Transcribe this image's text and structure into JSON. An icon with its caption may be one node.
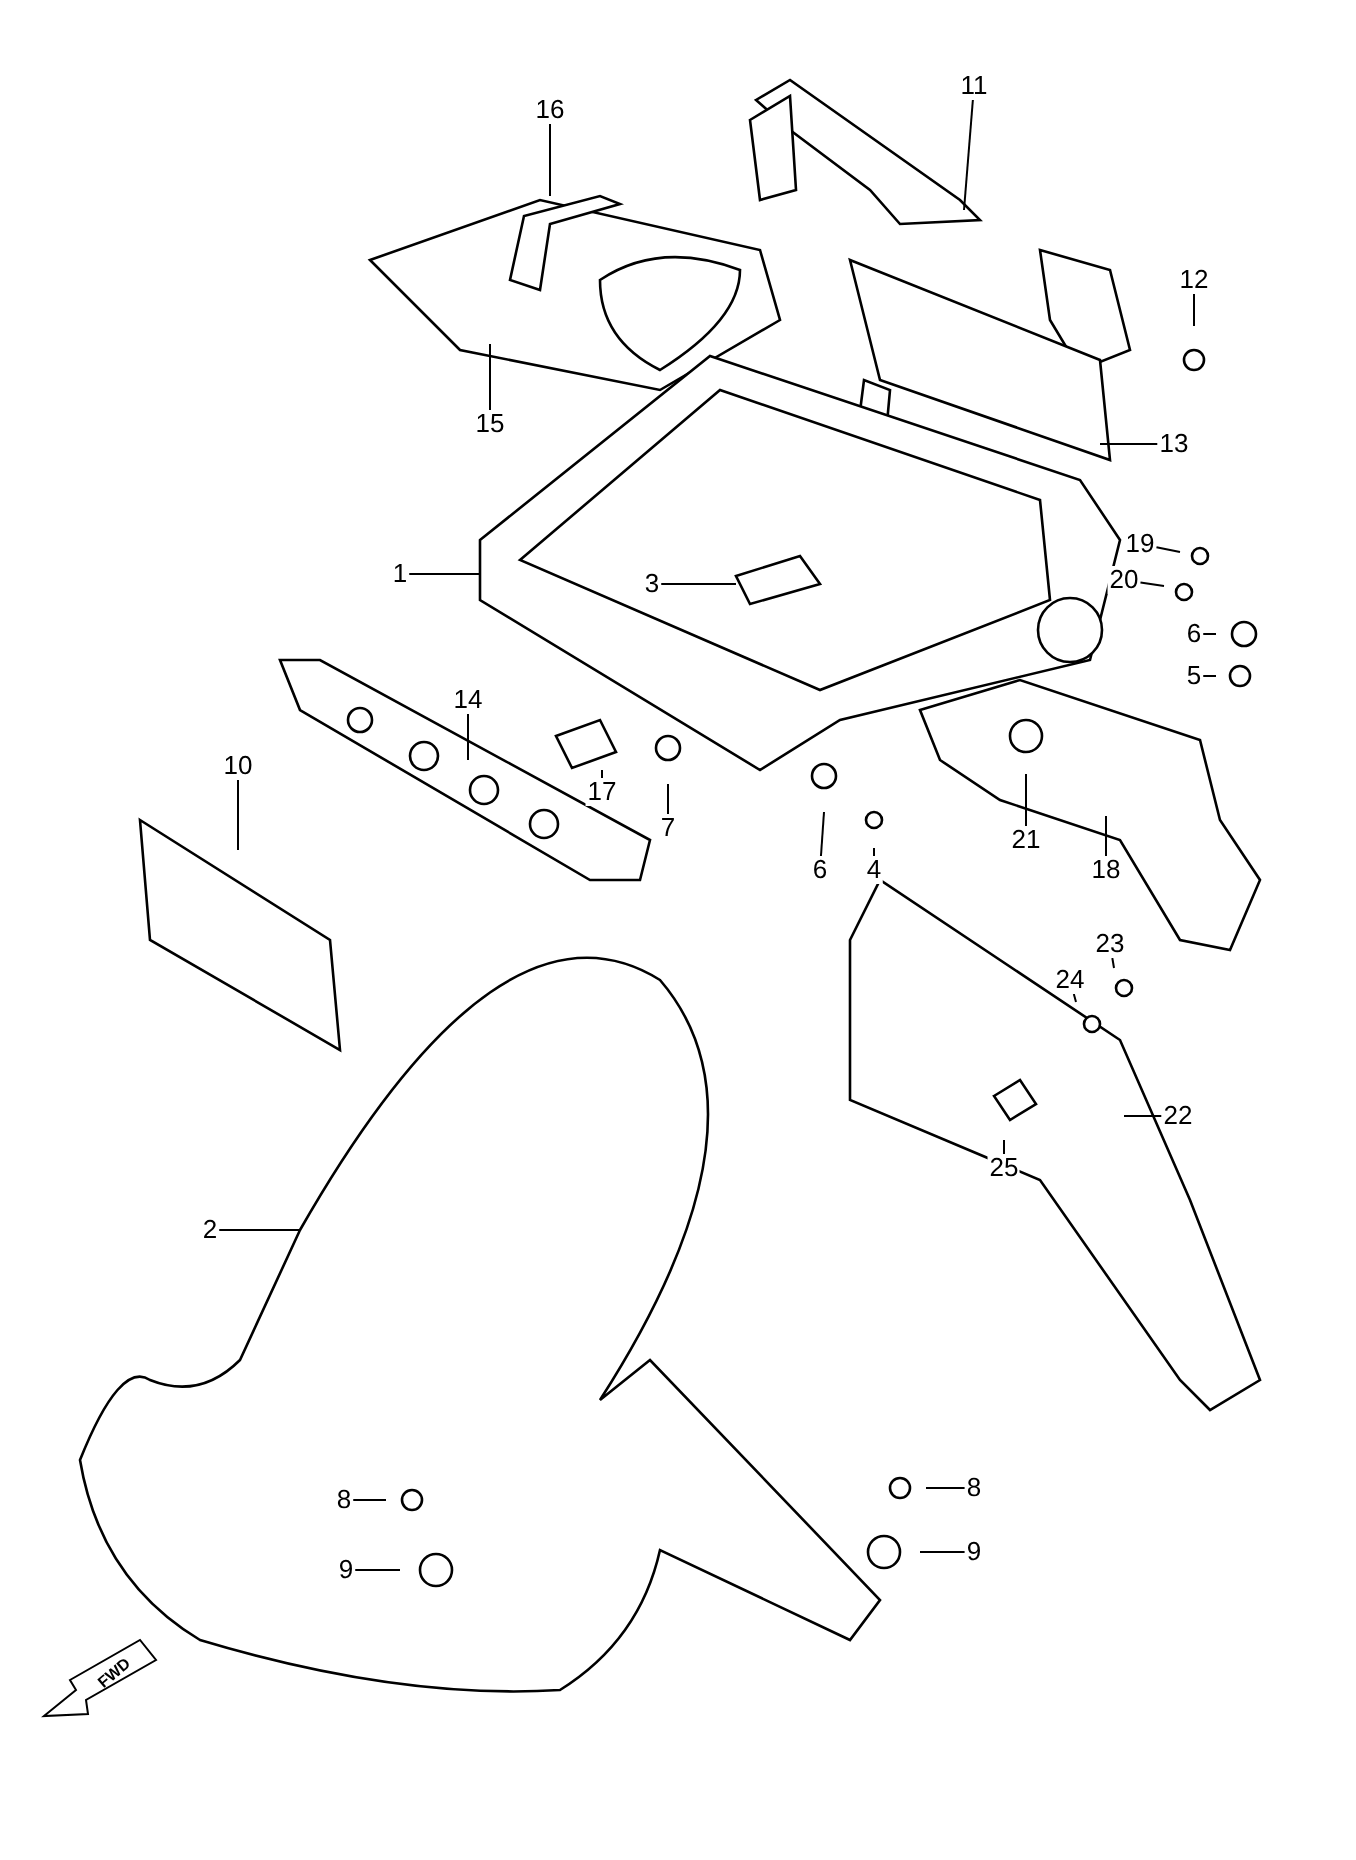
{
  "diagram": {
    "nodes": [
      {
        "text": [
          "16"
        ]
      },
      {
        "text": [
          "11"
        ]
      },
      {
        "text": [
          "12"
        ]
      },
      {
        "text": [
          "15"
        ]
      },
      {
        "text": [
          "13"
        ]
      },
      {
        "text": [
          "1"
        ]
      },
      {
        "text": [
          "3"
        ]
      },
      {
        "text": [
          "19"
        ]
      },
      {
        "text": [
          "20"
        ]
      },
      {
        "text": [
          "6"
        ]
      },
      {
        "text": [
          "5"
        ]
      },
      {
        "text": [
          "14"
        ]
      },
      {
        "text": [
          "17"
        ]
      },
      {
        "text": [
          "7"
        ]
      },
      {
        "text": [
          "6"
        ]
      },
      {
        "text": [
          "4"
        ]
      },
      {
        "text": [
          "21"
        ]
      },
      {
        "text": [
          "18"
        ]
      },
      {
        "text": [
          "10"
        ]
      },
      {
        "text": [
          "23"
        ]
      },
      {
        "text": [
          "24"
        ]
      },
      {
        "text": [
          "22"
        ]
      },
      {
        "text": [
          "25"
        ]
      },
      {
        "text": [
          "2"
        ]
      },
      {
        "text": [
          "8"
        ]
      },
      {
        "text": [
          "8"
        ]
      },
      {
        "text": [
          "9"
        ]
      },
      {
        "text": [
          "9"
        ]
      }
    ],
    "edges": [
      {
        "from": 0,
        "to": null,
        "arrow": "none"
      },
      {
        "from": 1,
        "to": null,
        "arrow": "none"
      },
      {
        "from": 2,
        "to": null,
        "arrow": "none"
      },
      {
        "from": 3,
        "to": null,
        "arrow": "none"
      },
      {
        "from": 4,
        "to": null,
        "arrow": "none"
      },
      {
        "from": 5,
        "to": null,
        "arrow": "none"
      },
      {
        "from": 6,
        "to": null,
        "arrow": "none"
      },
      {
        "from": 7,
        "to": null,
        "arrow": "none"
      },
      {
        "from": 8,
        "to": null,
        "arrow": "none"
      },
      {
        "from": 9,
        "to": null,
        "arrow": "none"
      },
      {
        "from": 10,
        "to": null,
        "arrow": "none"
      },
      {
        "from": 11,
        "to": null,
        "arrow": "none"
      },
      {
        "from": 12,
        "to": null,
        "arrow": "none"
      },
      {
        "from": 13,
        "to": null,
        "arrow": "none"
      },
      {
        "from": 14,
        "to": null,
        "arrow": "none"
      },
      {
        "from": 15,
        "to": null,
        "arrow": "none"
      },
      {
        "from": 16,
        "to": null,
        "arrow": "none"
      },
      {
        "from": 17,
        "to": null,
        "arrow": "none"
      },
      {
        "from": 18,
        "to": null,
        "arrow": "none"
      },
      {
        "from": 19,
        "to": null,
        "arrow": "none"
      },
      {
        "from": 20,
        "to": null,
        "arrow": "none"
      },
      {
        "from": 21,
        "to": null,
        "arrow": "none"
      },
      {
        "from": 22,
        "to": null,
        "arrow": "none"
      },
      {
        "from": 23,
        "to": null,
        "arrow": "none"
      },
      {
        "from": 24,
        "to": null,
        "arrow": "none"
      },
      {
        "from": 25,
        "to": null,
        "arrow": "none"
      },
      {
        "from": 26,
        "to": null,
        "arrow": "none"
      },
      {
        "from": 27,
        "to": null,
        "arrow": "none"
      }
    ],
    "labels": [
      "FWD"
    ]
  }
}
